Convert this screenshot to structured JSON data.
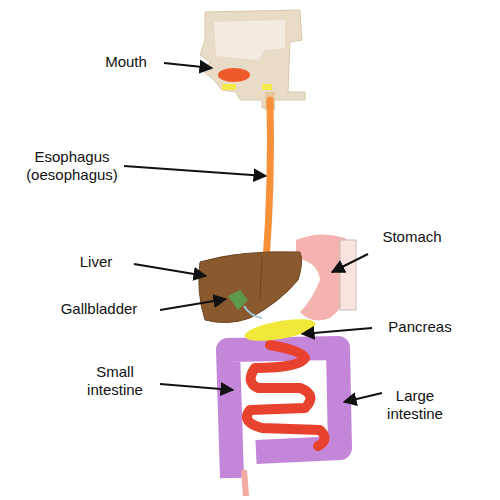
{
  "diagram": {
    "labels": [
      "Mouth",
      "Esophagus (oesophagus)",
      "Stomach",
      "Liver",
      "Gallbladder",
      "Pancreas",
      "Small intestine",
      "Large intestine"
    ]
  }
}
